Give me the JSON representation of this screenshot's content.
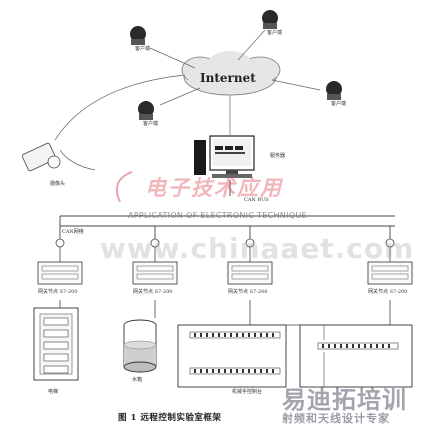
{
  "diagram": {
    "internet_label": "Internet",
    "clients": [
      {
        "label": "客户端"
      },
      {
        "label": "客户端"
      },
      {
        "label": "客户端"
      },
      {
        "label": "客户端"
      }
    ],
    "camera_label": "摄像头",
    "server_label": "服务器",
    "bus_label": "CAN BUS",
    "network_label": "CAN网络",
    "gateways": [
      {
        "label": "网关节点 S7-200"
      },
      {
        "label": "网关节点 S7-200"
      },
      {
        "label": "网关节点 S7-200"
      },
      {
        "label": "网关节点 S7-200"
      }
    ],
    "devices": [
      {
        "label": "电梯"
      },
      {
        "label": "水箱"
      },
      {
        "label": "机械手控制台"
      }
    ],
    "caption": "图 1  远程控制实验室框架"
  },
  "watermarks": {
    "cn_text": "电子技术应用",
    "en_text": "APPLICATION OF ELECTRONIC TECHNIQUE",
    "url_text": "www.chinaaet.com",
    "brand_text": "易迪拓培训",
    "brand_sub_text": "射频和天线设计专家"
  }
}
